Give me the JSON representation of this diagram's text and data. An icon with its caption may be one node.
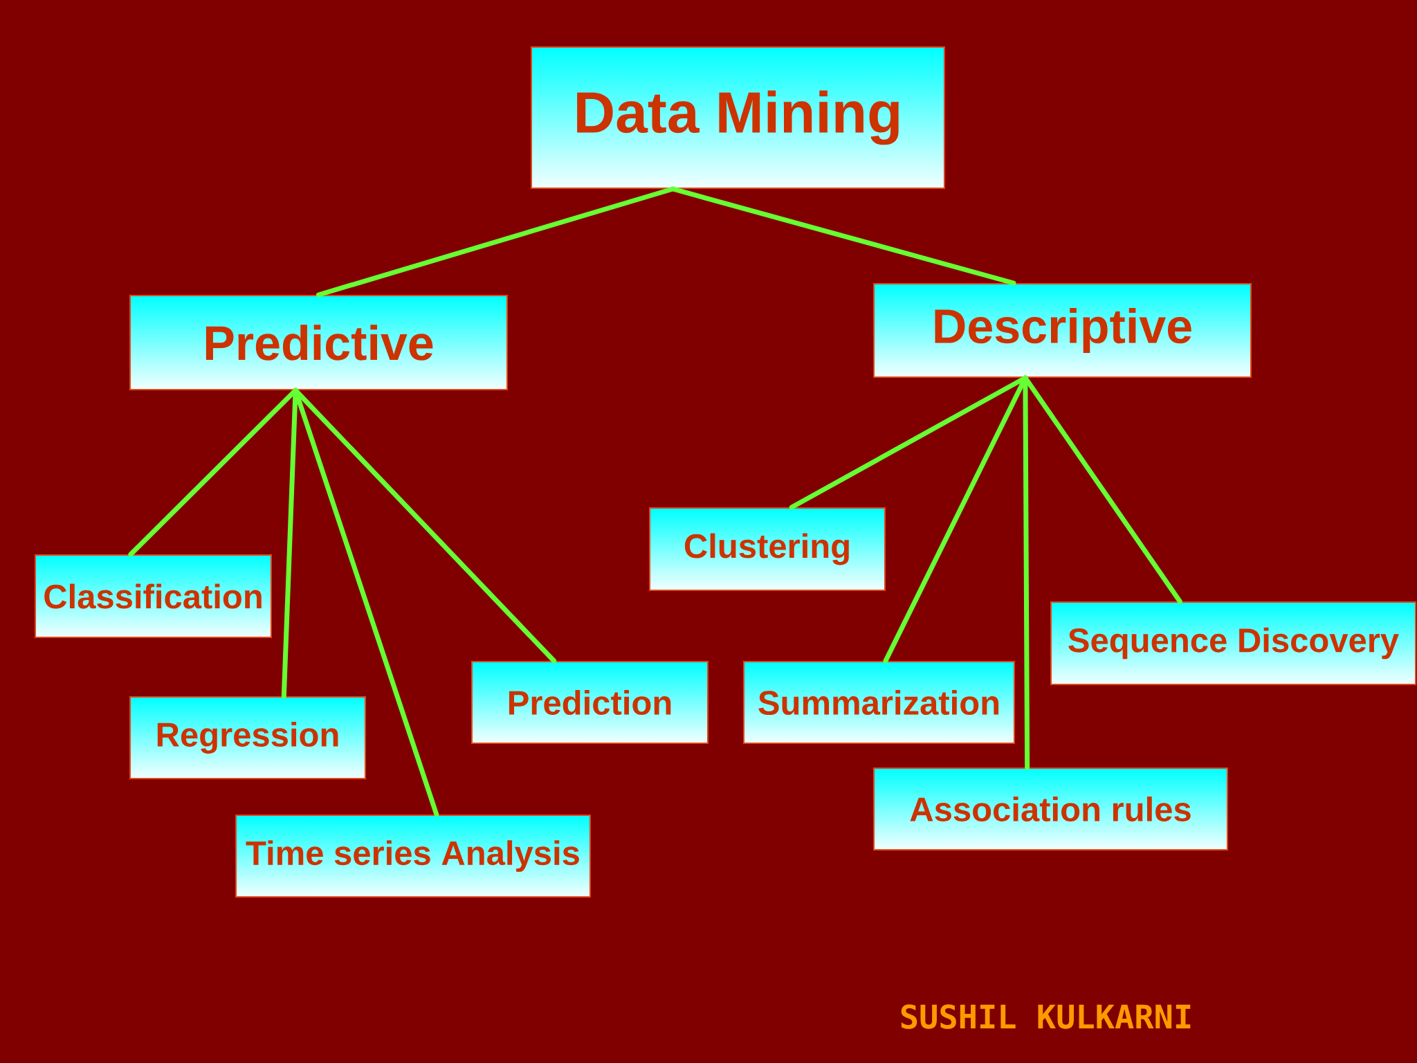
{
  "diagram": {
    "nodes": [
      {
        "text": [
          "Data Mining"
        ]
      },
      {
        "text": [
          "Predictive"
        ]
      },
      {
        "text": [
          "Descriptive"
        ]
      },
      {
        "text": [
          "Classification"
        ]
      },
      {
        "text": [
          "Regression"
        ]
      },
      {
        "text": [
          "Time series Analysis"
        ]
      },
      {
        "text": [
          "Prediction"
        ]
      },
      {
        "text": [
          "Clustering"
        ]
      },
      {
        "text": [
          "Summarization"
        ]
      },
      {
        "text": [
          "Sequence Discovery"
        ]
      },
      {
        "text": [
          "Association rules"
        ]
      }
    ],
    "edges": [
      {
        "from": 0,
        "to": 1,
        "arrow": "none"
      },
      {
        "from": 0,
        "to": 2,
        "arrow": "none"
      },
      {
        "from": 1,
        "to": 3,
        "arrow": "none"
      },
      {
        "from": 1,
        "to": 4,
        "arrow": "none"
      },
      {
        "from": 1,
        "to": 5,
        "arrow": "none"
      },
      {
        "from": 1,
        "to": 6,
        "arrow": "none"
      },
      {
        "from": 2,
        "to": 7,
        "arrow": "none"
      },
      {
        "from": 2,
        "to": 8,
        "arrow": "none"
      },
      {
        "from": 2,
        "to": 10,
        "arrow": "none"
      },
      {
        "from": 2,
        "to": 9,
        "arrow": "none"
      }
    ],
    "labels": [
      "SUSHIL KULKARNI"
    ]
  }
}
